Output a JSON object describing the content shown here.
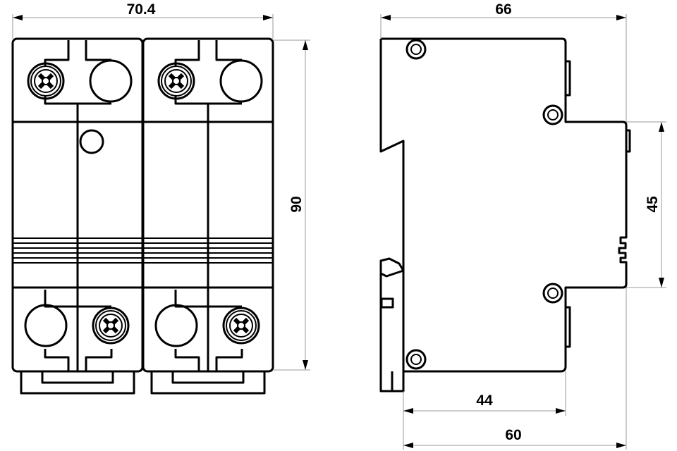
{
  "title": "Two-pole modular circuit breaker dimensional drawing",
  "units": "mm",
  "front_view": {
    "width_label": "70.4",
    "height_label": "90"
  },
  "side_view": {
    "depth_label": "66",
    "front_height_label": "45",
    "mid_depth_label": "44",
    "rail_depth_label": "60"
  }
}
